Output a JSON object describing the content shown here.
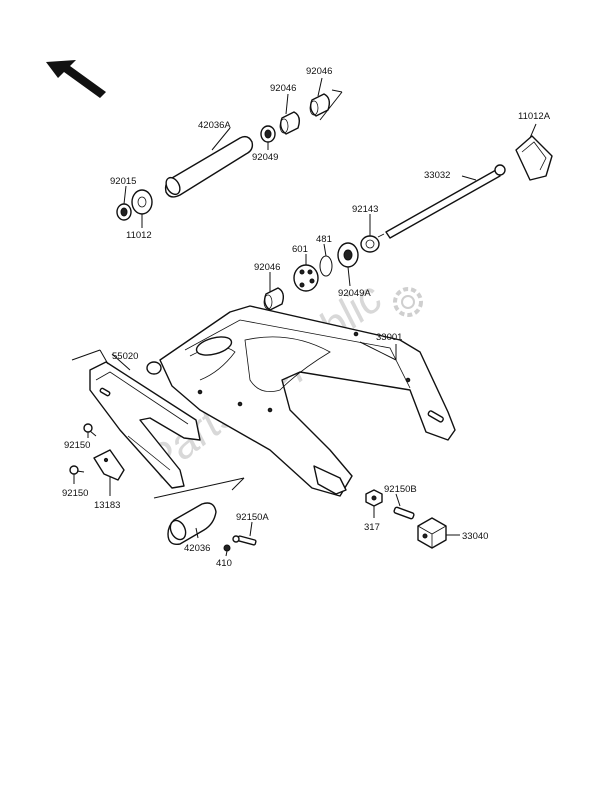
{
  "watermark": "Parts Republic",
  "parts": [
    {
      "id": "42036A",
      "label": "42036A"
    },
    {
      "id": "92046-top",
      "label": "92046"
    },
    {
      "id": "92046-mid",
      "label": "92046"
    },
    {
      "id": "92049",
      "label": "92049"
    },
    {
      "id": "92015",
      "label": "92015"
    },
    {
      "id": "11012",
      "label": "11012"
    },
    {
      "id": "11012A",
      "label": "11012A"
    },
    {
      "id": "33032",
      "label": "33032"
    },
    {
      "id": "92143",
      "label": "92143"
    },
    {
      "id": "92046-low",
      "label": "92046"
    },
    {
      "id": "601",
      "label": "601"
    },
    {
      "id": "481",
      "label": "481"
    },
    {
      "id": "92049A",
      "label": "92049A"
    },
    {
      "id": "33001",
      "label": "33001"
    },
    {
      "id": "55020",
      "label": "55020"
    },
    {
      "id": "92150-a",
      "label": "92150"
    },
    {
      "id": "92150-b",
      "label": "92150"
    },
    {
      "id": "13183",
      "label": "13183"
    },
    {
      "id": "42036",
      "label": "42036"
    },
    {
      "id": "92150A",
      "label": "92150A"
    },
    {
      "id": "410",
      "label": "410"
    },
    {
      "id": "92150B",
      "label": "92150B"
    },
    {
      "id": "317",
      "label": "317"
    },
    {
      "id": "33040",
      "label": "33040"
    }
  ]
}
